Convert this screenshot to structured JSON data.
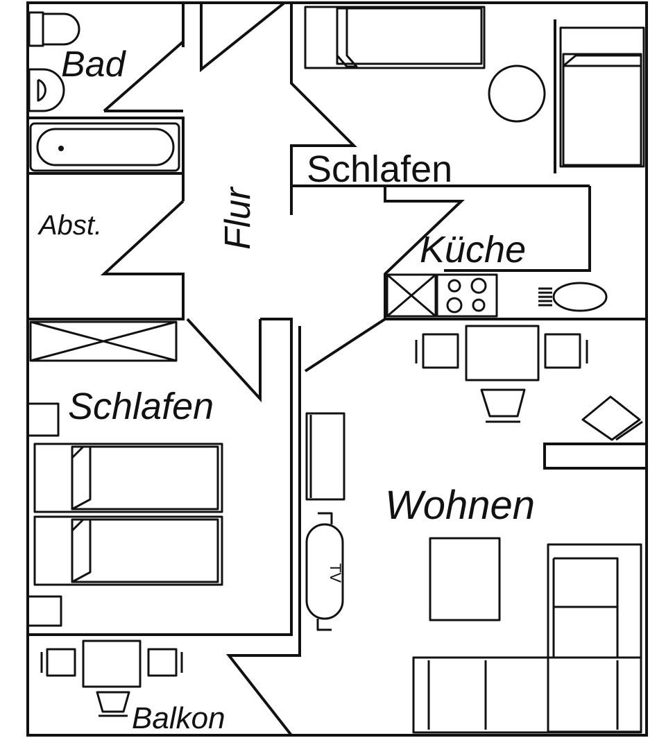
{
  "rooms": {
    "bad": "Bad",
    "abstellraum": "Abst.",
    "flur": "Flur",
    "schlafen_oben": "Schlafen",
    "kueche": "Küche",
    "schlafen_unten": "Schlafen",
    "wohnen": "Wohnen",
    "balkon": "Balkon"
  },
  "furniture": {
    "tv": "TV"
  },
  "colors": {
    "line": "#111111",
    "background": "#ffffff"
  }
}
